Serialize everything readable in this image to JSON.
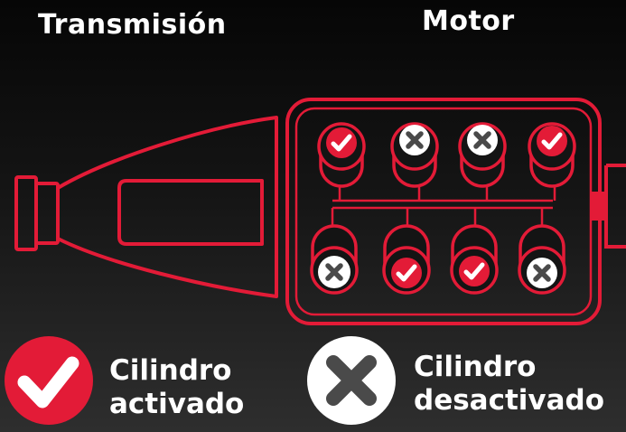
{
  "titles": {
    "transmission": "Transmisión",
    "engine": "Motor"
  },
  "colors": {
    "red": "#e31b37",
    "dark": "#141414",
    "gray": "#4a4a4a",
    "white": "#ffffff"
  },
  "cylinders": {
    "top_row": [
      "activated",
      "deactivated",
      "deactivated",
      "activated"
    ],
    "bottom_row": [
      "deactivated",
      "activated",
      "activated",
      "deactivated"
    ]
  },
  "legend": {
    "activated": {
      "line1": "Cilindro",
      "line2": "activado",
      "icon": "check-icon"
    },
    "deactivated": {
      "line1": "Cilindro",
      "line2": "desactivado",
      "icon": "x-icon"
    }
  }
}
